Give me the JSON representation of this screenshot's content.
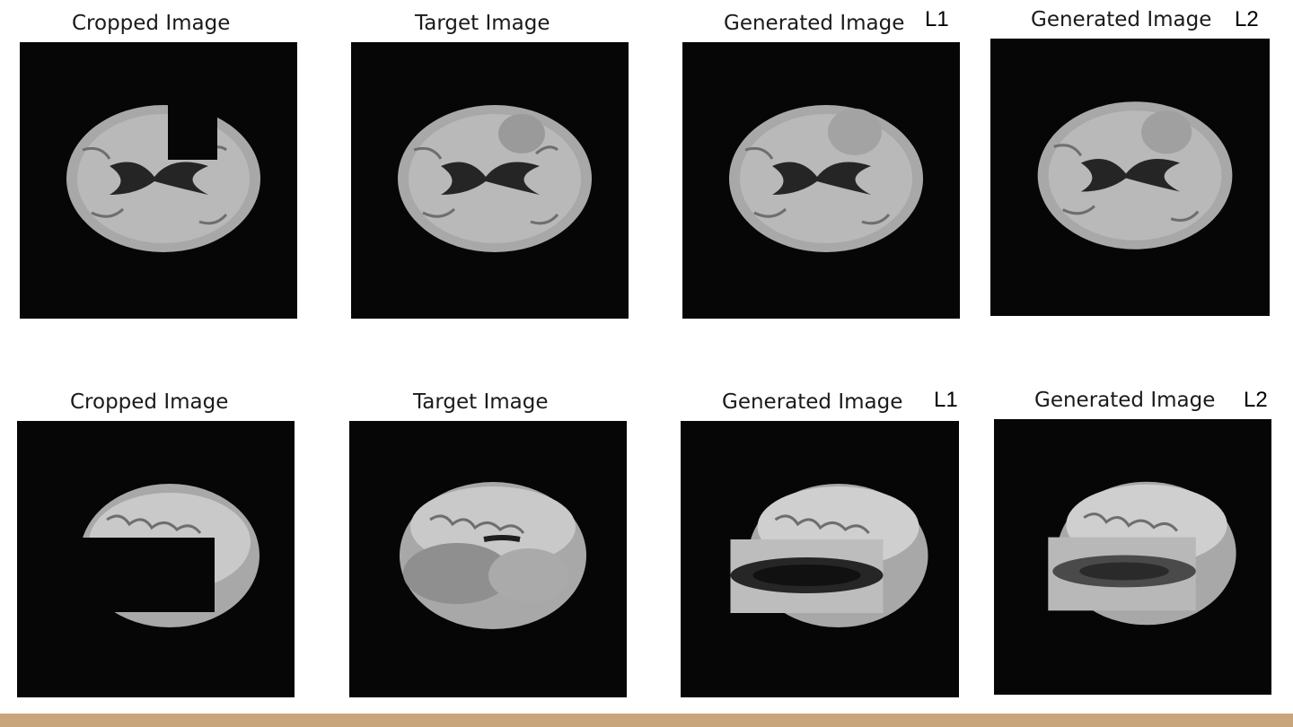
{
  "rows": [
    {
      "panels": [
        {
          "title": "Cropped Image",
          "tag": ""
        },
        {
          "title": "Target Image",
          "tag": ""
        },
        {
          "title": "Generated Image",
          "tag": "L1"
        },
        {
          "title": "Generated Image",
          "tag": "L2"
        }
      ]
    },
    {
      "panels": [
        {
          "title": "Cropped Image",
          "tag": ""
        },
        {
          "title": "Target Image",
          "tag": ""
        },
        {
          "title": "Generated Image",
          "tag": "L1"
        },
        {
          "title": "Generated Image",
          "tag": "L2"
        }
      ]
    }
  ],
  "colors": {
    "background": "#ffffff",
    "image_background": "#060606",
    "footer_bar": "#c9a57b"
  }
}
